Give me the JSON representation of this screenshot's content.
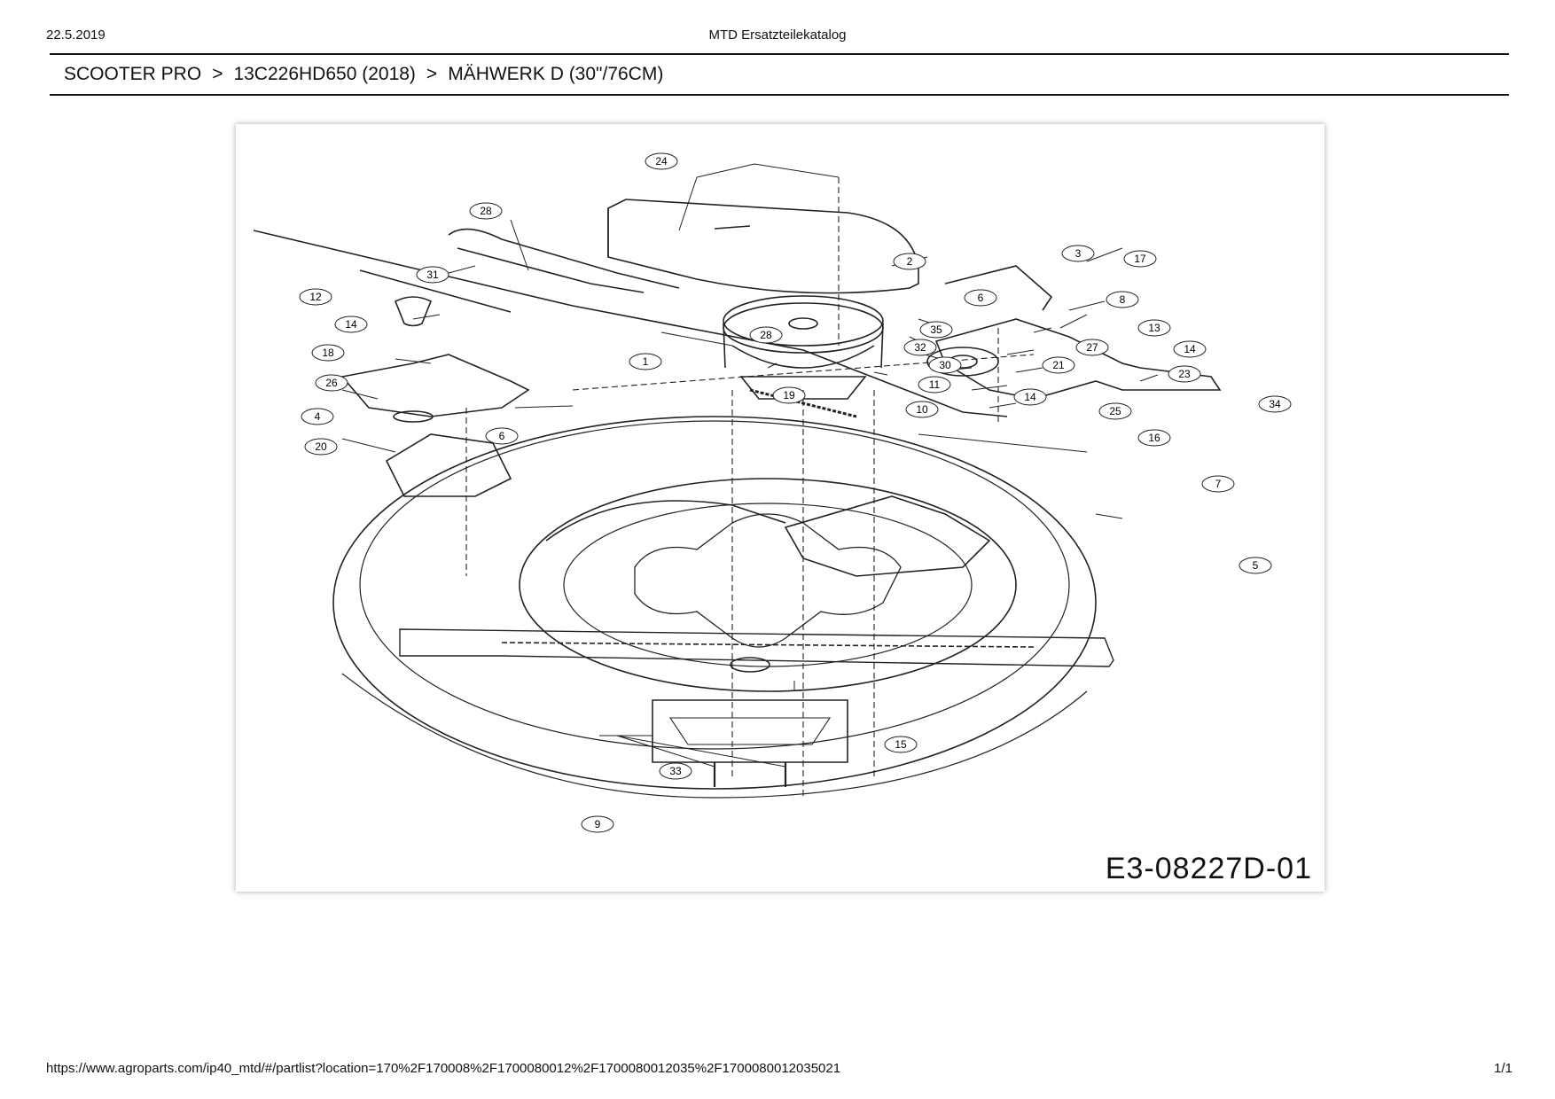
{
  "header": {
    "date": "22.5.2019",
    "title": "MTD Ersatzteilekatalog"
  },
  "breadcrumb": {
    "items": [
      "SCOOTER PRO",
      "13C226HD650 (2018)",
      "MÄHWERK D (30\"/76CM)"
    ],
    "separator": ">"
  },
  "diagram": {
    "drawing_code": "E3-08227D-01",
    "callouts": [
      "24",
      "28",
      "31",
      "2",
      "3",
      "17",
      "8",
      "12",
      "14",
      "18",
      "26",
      "4",
      "20",
      "6",
      "1",
      "19",
      "35",
      "32",
      "30",
      "11",
      "10",
      "6",
      "13",
      "27",
      "14",
      "21",
      "23",
      "14",
      "25",
      "34",
      "16",
      "7",
      "5",
      "15",
      "33",
      "9",
      "28"
    ]
  },
  "footer": {
    "url": "https://www.agroparts.com/ip40_mtd/#/partlist?location=170%2F170008%2F1700080012%2F1700080012035%2F1700080012035021",
    "page": "1/1"
  }
}
